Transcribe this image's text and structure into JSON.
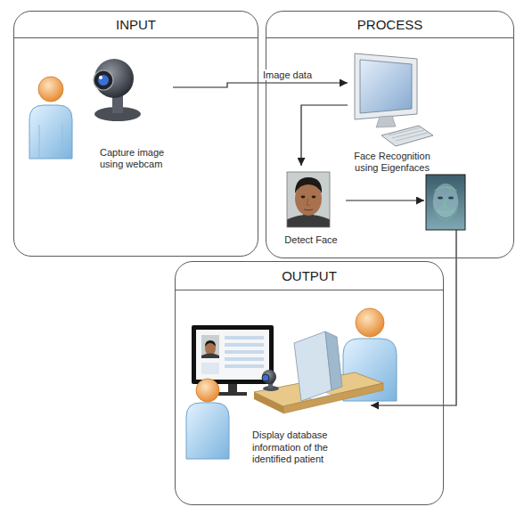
{
  "diagram": {
    "nodes": [
      {
        "text": [
          "INPUT"
        ]
      },
      {
        "text": [
          "PROCESS"
        ]
      },
      {
        "text": [
          "OUTPUT"
        ]
      },
      {
        "text": [
          "Capture image using webcam"
        ],
        "in": 0
      },
      {
        "text": [
          "Face Recognition using Eigenfaces"
        ],
        "in": 1
      },
      {
        "text": [
          "Detect Face"
        ],
        "in": 1
      },
      {
        "text": [
          "Display database information of the identified patient"
        ],
        "in": 2
      }
    ],
    "edges": [
      {
        "from": 3,
        "to": 4,
        "label": "Image data",
        "arrow": "to"
      },
      {
        "from": 4,
        "to": 5,
        "arrow": "to"
      }
    ]
  }
}
